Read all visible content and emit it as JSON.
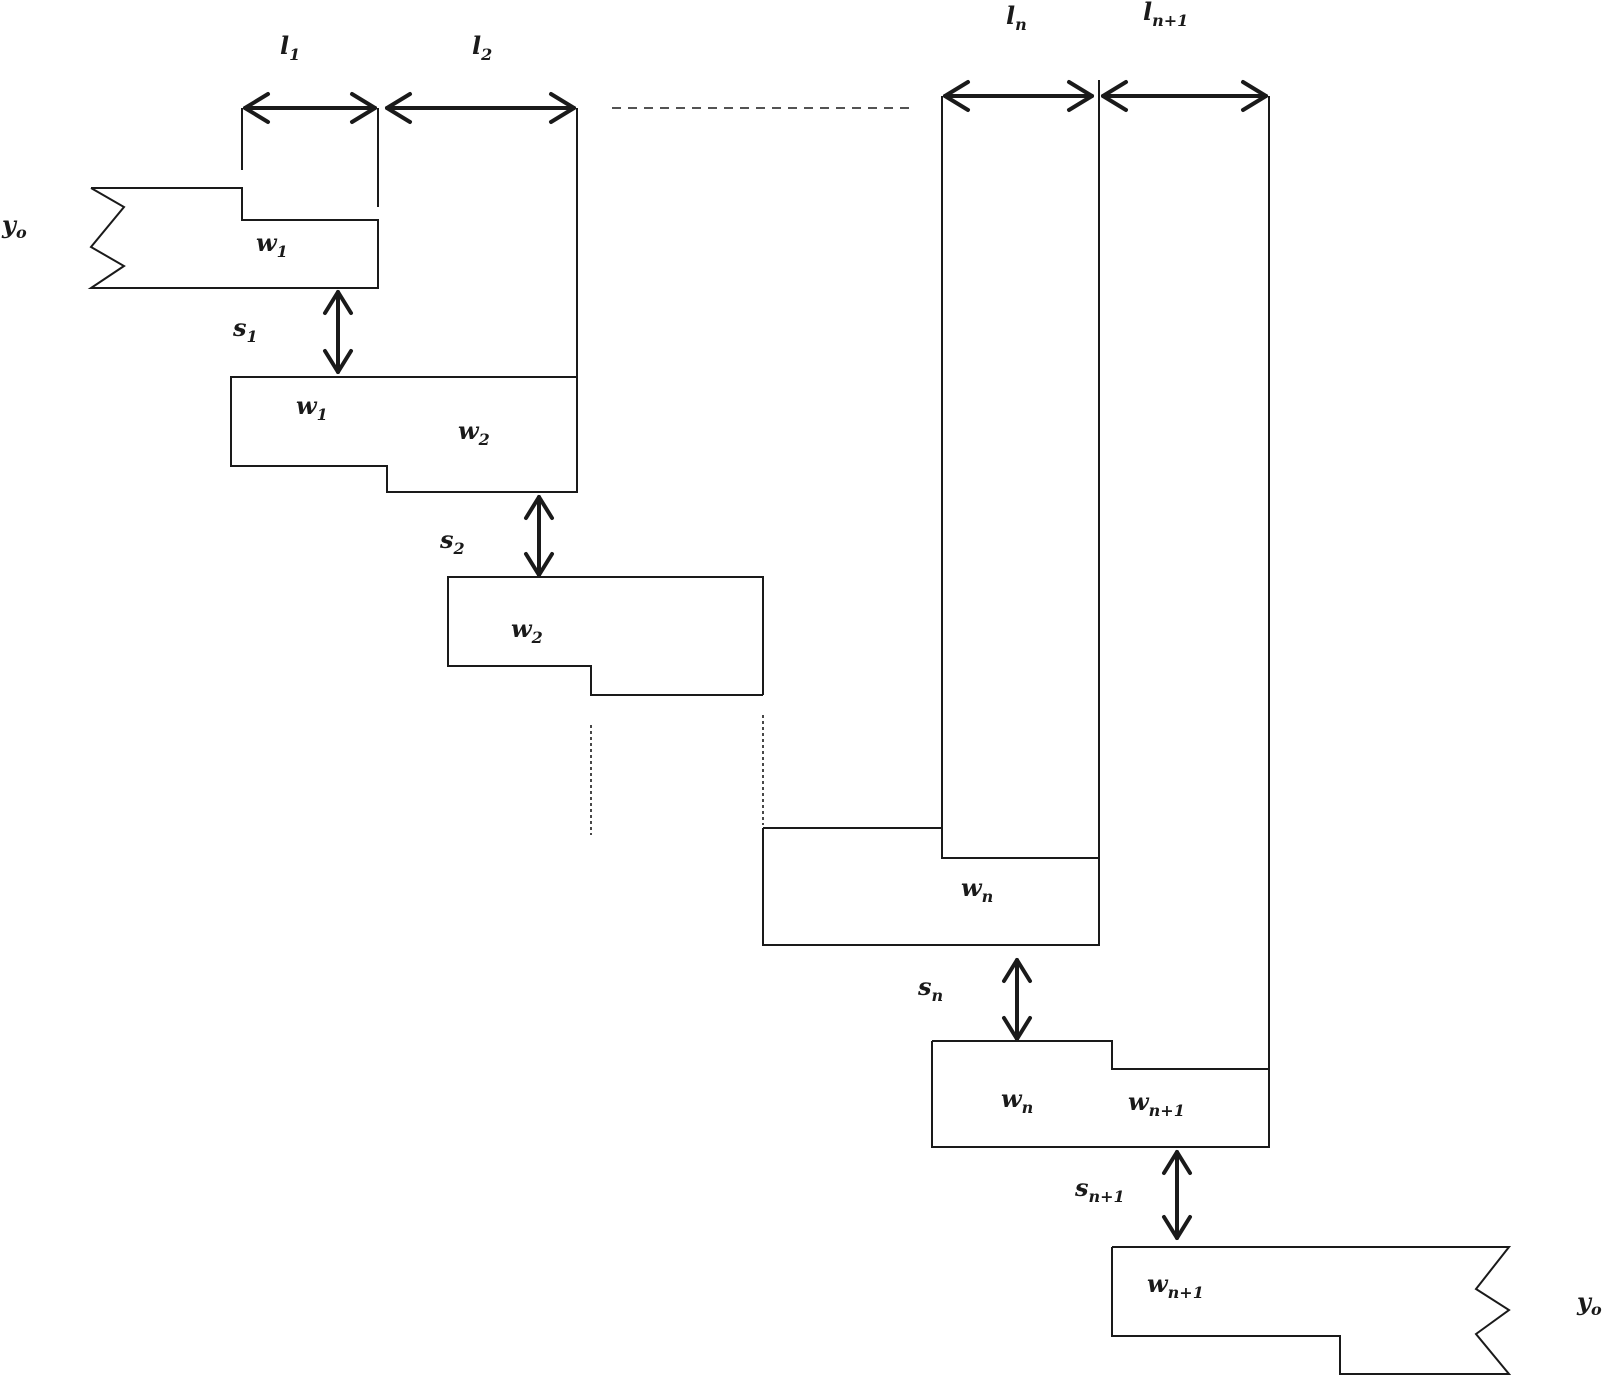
{
  "colors": {
    "stroke": "#1a1a1a",
    "background": "#ffffff"
  },
  "labels": {
    "l1": {
      "base": "l",
      "sub": "1"
    },
    "l2": {
      "base": "l",
      "sub": "2"
    },
    "ln": {
      "base": "l",
      "sub": "n"
    },
    "ln1": {
      "base": "l",
      "sub": "n+1"
    },
    "yo_left": {
      "base": "y",
      "sub": "o"
    },
    "yo_right": {
      "base": "y",
      "sub": "o"
    },
    "w1_a": {
      "base": "w",
      "sub": "1"
    },
    "w1_b": {
      "base": "w",
      "sub": "1"
    },
    "w2_a": {
      "base": "w",
      "sub": "2"
    },
    "w2_b": {
      "base": "w",
      "sub": "2"
    },
    "wn_a": {
      "base": "w",
      "sub": "n"
    },
    "wn_b": {
      "base": "w",
      "sub": "n"
    },
    "wn1_a": {
      "base": "w",
      "sub": "n+1"
    },
    "wn1_b": {
      "base": "w",
      "sub": "n+1"
    },
    "s1": {
      "base": "s",
      "sub": "1"
    },
    "s2": {
      "base": "s",
      "sub": "2"
    },
    "sn": {
      "base": "s",
      "sub": "n"
    },
    "sn1": {
      "base": "s",
      "sub": "n+1"
    }
  }
}
